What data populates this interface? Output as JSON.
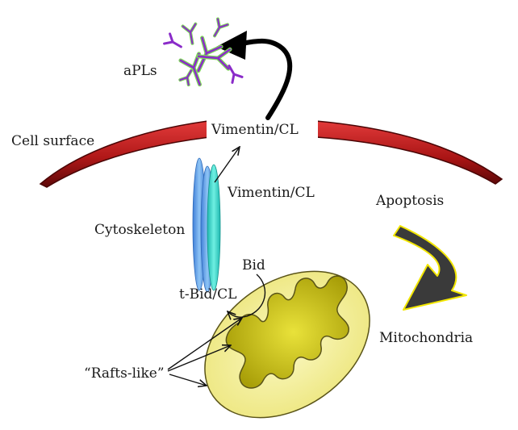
{
  "labels": {
    "apls": "aPLs",
    "cell_surface": "Cell surface",
    "vimentin_cl_top": "Vimentin/CL",
    "vimentin_cl_mid": "Vimentin/CL",
    "cytoskeleton": "Cytoskeleton",
    "bid": "Bid",
    "tbid_cl": "t-Bid/CL",
    "rafts_like": "“Rafts-like”",
    "apoptosis": "Apoptosis",
    "mitochondria": "Mitochondria"
  },
  "colors": {
    "membrane_dark": "#6e0a0a",
    "membrane_light": "#d42a2a",
    "antibody_purple": "#8a2bc9",
    "antibody_green": "#7fd85a",
    "filament_blue": "#5aa0e6",
    "filament_cyan": "#2fd6c8",
    "mito_outer": "#f6f3a6",
    "mito_inner": "#b8b012",
    "apoptosis_arrow": "#3a3a3a",
    "apoptosis_outline": "#f2e600"
  }
}
